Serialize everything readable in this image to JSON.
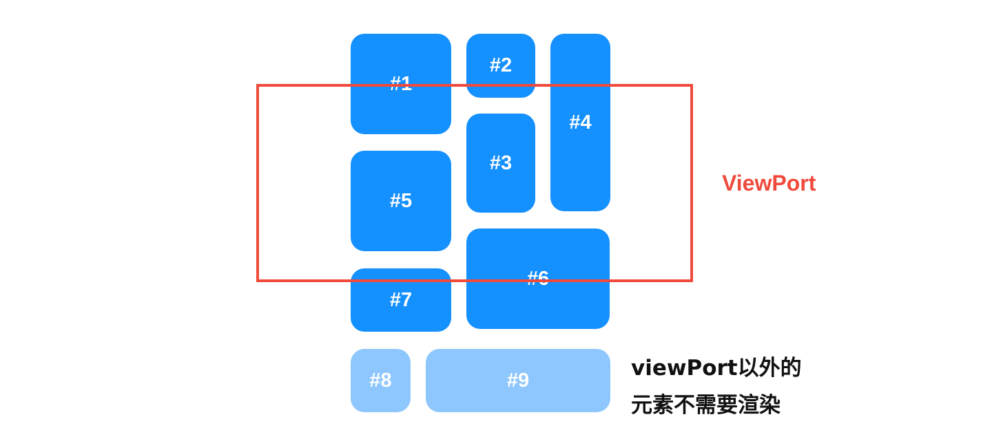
{
  "tiles": [
    {
      "id": "t1",
      "label": "#1",
      "state": "active"
    },
    {
      "id": "t2",
      "label": "#2",
      "state": "active"
    },
    {
      "id": "t3",
      "label": "#3",
      "state": "active"
    },
    {
      "id": "t4",
      "label": "#4",
      "state": "active"
    },
    {
      "id": "t5",
      "label": "#5",
      "state": "active"
    },
    {
      "id": "t6",
      "label": "#6",
      "state": "active"
    },
    {
      "id": "t7",
      "label": "#7",
      "state": "active"
    },
    {
      "id": "t8",
      "label": "#8",
      "state": "inactive"
    },
    {
      "id": "t9",
      "label": "#9",
      "state": "inactive"
    }
  ],
  "viewport": {
    "label": "ViewPort"
  },
  "note": {
    "line1": "viewPort以外的",
    "line2": "元素不需要渲染"
  },
  "colors": {
    "active_tile": "#1590ff",
    "inactive_tile": "#8ec7fd",
    "viewport": "#ef4a3c",
    "tile_text": "#ffffff",
    "note_text": "#111111"
  }
}
